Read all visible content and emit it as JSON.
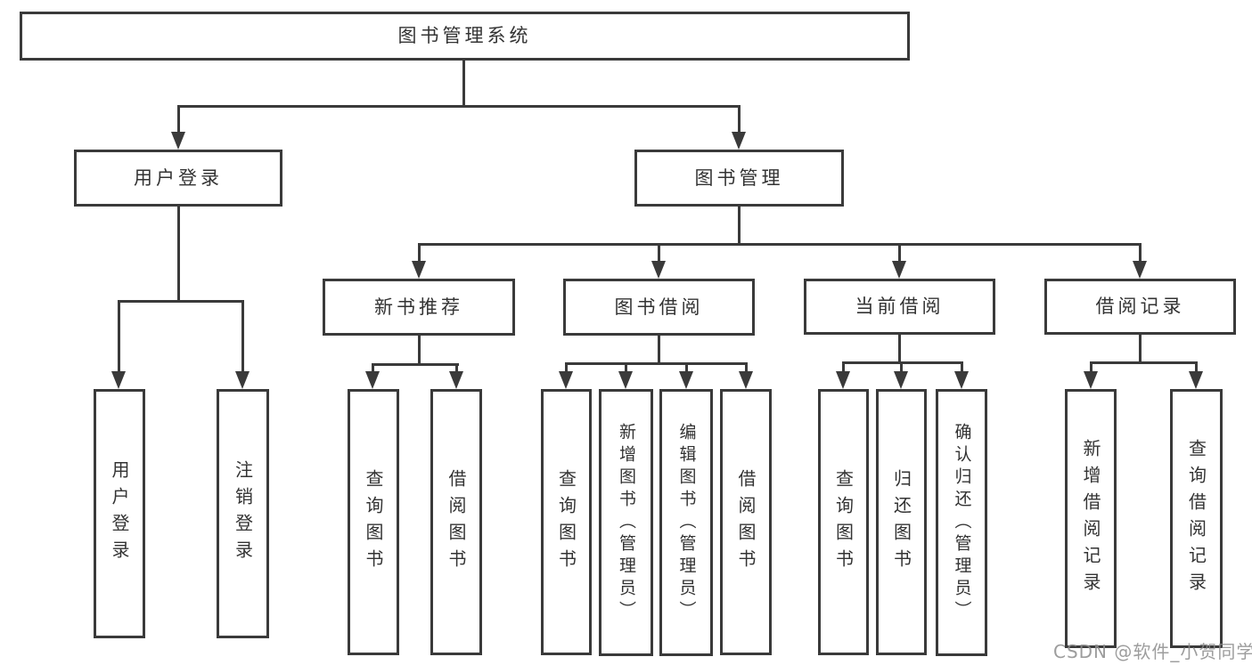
{
  "diagram": {
    "title": "图书管理系统",
    "nodes": {
      "root": {
        "label": "图书管理系统"
      },
      "userLogin": {
        "label": "用户登录"
      },
      "bookMgmt": {
        "label": "图书管理"
      },
      "newBooks": {
        "label": "新书推荐"
      },
      "borrow": {
        "label": "图书借阅"
      },
      "current": {
        "label": "当前借阅"
      },
      "records": {
        "label": "借阅记录"
      },
      "leafUserLogin": {
        "label": "用户登录"
      },
      "leafLogout": {
        "label": "注销登录"
      },
      "leafQueryBook1": {
        "label": "查询图书"
      },
      "leafBorrowBook1": {
        "label": "借阅图书"
      },
      "leafQueryBook2": {
        "label": "查询图书"
      },
      "leafAddBook": {
        "label": "新增图书（管理员）"
      },
      "leafEditBook": {
        "label": "编辑图书（管理员）"
      },
      "leafBorrowBook2": {
        "label": "借阅图书"
      },
      "leafQueryBook3": {
        "label": "查询图书"
      },
      "leafReturnBook": {
        "label": "归还图书"
      },
      "leafConfirmReturn": {
        "label": "确认归还（管理员）"
      },
      "leafAddRecord": {
        "label": "新增借阅记录"
      },
      "leafQueryRecord": {
        "label": "查询借阅记录"
      }
    },
    "hierarchy": {
      "root": "图书管理系统",
      "children": [
        {
          "label": "用户登录",
          "children": [
            "用户登录",
            "注销登录"
          ]
        },
        {
          "label": "图书管理",
          "children": [
            {
              "label": "新书推荐",
              "children": [
                "查询图书",
                "借阅图书"
              ]
            },
            {
              "label": "图书借阅",
              "children": [
                "查询图书",
                "新增图书（管理员）",
                "编辑图书（管理员）",
                "借阅图书"
              ]
            },
            {
              "label": "当前借阅",
              "children": [
                "查询图书",
                "归还图书",
                "确认归还（管理员）"
              ]
            },
            {
              "label": "借阅记录",
              "children": [
                "新增借阅记录",
                "查询借阅记录"
              ]
            }
          ]
        }
      ]
    },
    "colors": {
      "line": "#3a3a3a",
      "text": "#333333",
      "background": "#ffffff",
      "watermark": "#8c8c8c"
    }
  },
  "watermark": {
    "text": "CSDN @软件_小贺同学"
  }
}
